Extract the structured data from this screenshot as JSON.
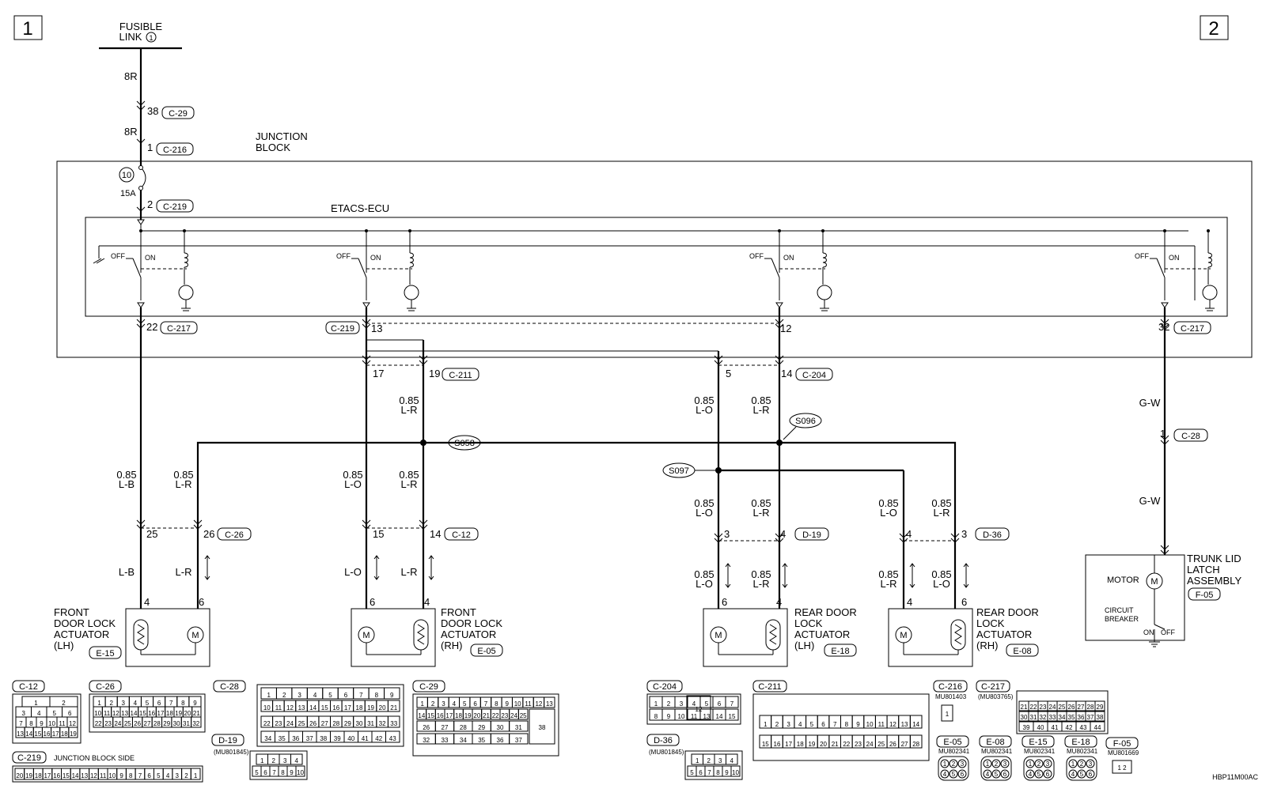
{
  "page": {
    "page_left": "1",
    "page_right": "2",
    "drawing_code": "HBP11M00AC"
  },
  "power": {
    "fusible_link_line1": "FUSIBLE",
    "fusible_link_line2": "LINK",
    "fusible_link_num": "1",
    "wire_8r_a": "8R",
    "wire_8r_b": "8R",
    "pin_38": "38",
    "conn_c29": "C-29",
    "pin_1": "1",
    "conn_c216": "C-216",
    "fuse_num": "10",
    "fuse_rating": "15A",
    "pin_2": "2",
    "conn_c219": "C-219"
  },
  "blocks": {
    "junction_block_line1": "JUNCTION",
    "junction_block_line2": "BLOCK",
    "etacs": "ETACS-ECU",
    "off": "OFF",
    "on": "ON"
  },
  "ecu_outputs": {
    "pin_22": "22",
    "conn_c217_a": "C-217",
    "conn_c219": "C-219",
    "pin_13": "13",
    "pin_12": "12",
    "pin_32": "32",
    "conn_c217_b": "C-217"
  },
  "c211_c204": {
    "pin_17": "17",
    "pin_19": "19",
    "conn_c211": "C-211",
    "pin_5": "5",
    "pin_14": "14",
    "conn_c204": "C-204"
  },
  "splices": {
    "s058": "S058",
    "s096": "S096",
    "s097": "S097"
  },
  "wires": {
    "w_085": "0.85",
    "lr": "L-R",
    "lo": "L-O",
    "lb": "L-B",
    "gw": "G-W"
  },
  "mid_connectors": {
    "pin_25": "25",
    "pin_26": "26",
    "conn_c26": "C-26",
    "pin_15": "15",
    "pin_14": "14",
    "conn_c12": "C-12",
    "pin_3": "3",
    "pin_4": "4",
    "conn_d19": "D-19",
    "conn_d36": "D-36",
    "pin_1": "1",
    "conn_c28": "C-28"
  },
  "actuators": {
    "fl": {
      "l1": "FRONT",
      "l2": "DOOR LOCK",
      "l3": "ACTUATOR",
      "l4": "(LH)",
      "conn": "E-15",
      "p_a": "4",
      "p_b": "6"
    },
    "fr": {
      "l1": "FRONT",
      "l2": "DOOR LOCK",
      "l3": "ACTUATOR",
      "l4": "(RH)",
      "conn": "E-05",
      "p_a": "6",
      "p_b": "4"
    },
    "rl": {
      "l1": "REAR DOOR",
      "l2": "LOCK",
      "l3": "ACTUATOR",
      "l4": "(LH)",
      "conn": "E-18",
      "p_a": "6",
      "p_b": "4"
    },
    "rr": {
      "l1": "REAR DOOR",
      "l2": "LOCK",
      "l3": "ACTUATOR",
      "l4": "(RH)",
      "conn": "E-08",
      "p_a": "4",
      "p_b": "6"
    },
    "trunk": {
      "l1": "TRUNK LID",
      "l2": "LATCH",
      "l3": "ASSEMBLY",
      "conn": "F-05",
      "motor": "MOTOR",
      "cb1": "CIRCUIT",
      "cb2": "BREAKER",
      "pin": "1",
      "on": "ON",
      "off": "OFF"
    },
    "motor_letter": "M"
  },
  "connector_views": {
    "c12": {
      "name": "C-12",
      "r1": "1 2",
      "r2": "3 4 5 6",
      "r3": "7 8 9 10 11 12",
      "r4": "13 14 15 16 17 18 19"
    },
    "c26": {
      "name": "C-26",
      "r1": "1 2 3 4 5 6 7 8 9",
      "r2": "10 11 12 13 14 15 16 17 18 19 20 21",
      "r3": "22 23 24 25 26 27 28 29 30 31 32"
    },
    "c28": {
      "name": "C-28",
      "r1": "1 2 3 4 5 6 7 8 9",
      "r2": "10 11 12 13 14 15 16 17 18 19 20 21",
      "r3": "22 23 24 25 26 27 28 29 30 31 32 33",
      "r4": "34 35 36 37 38 39 40 41 42 43"
    },
    "c29": {
      "name": "C-29",
      "r1": "1 2 3 4 5 6 7 8 9 10 11 12 13",
      "r2": "14 15 16 17 18 19 20 21 22 23 24 25",
      "r3": "26 27 28 29 30 31",
      "r4": "32 33 34 35 36 37",
      "big": "38"
    },
    "c219": {
      "name": "C-219",
      "side": "JUNCTION BLOCK SIDE",
      "r1": "20 19 18 17 16 15 14 13 12 11 10 9 8 7 6 5 4 3 2 1"
    },
    "d19": {
      "name": "D-19",
      "part": "(MU801845)",
      "r1": "1 2 3 4",
      "r2": "5 6 7 8 9 10"
    },
    "c204": {
      "name": "C-204",
      "r1": "1 2 3 4 5 6 7",
      "r2": "8 9 10 11 13 14 15",
      "mid": "12"
    },
    "d36": {
      "name": "D-36",
      "part": "(MU801845)",
      "r1": "1 2 3 4",
      "r2": "5 6 7 8 9 10"
    },
    "c211": {
      "name": "C-211",
      "r1": "1 2 3 4 5 6 7 8 9 10 11 12 13 14",
      "r2": "15 16 17 18 19 20 21 22 23 24 25 26 27 28"
    },
    "c216": {
      "name": "C-216",
      "part": "MU801403",
      "pin": "1"
    },
    "c217": {
      "name": "C-217",
      "part": "(MU803765)",
      "r1": "21 22 23 24 25 26 27 28 29",
      "r2": "30 31 32 33 34 35 36 37 38",
      "r3": "39 40 41 42 43 44"
    },
    "e05": {
      "name": "E-05",
      "part": "MU802341"
    },
    "e08": {
      "name": "E-08",
      "part": "MU802341"
    },
    "e15": {
      "name": "E-15",
      "part": "MU802341"
    },
    "e18": {
      "name": "E-18",
      "part": "MU802341"
    },
    "f05": {
      "name": "F-05",
      "part": "MU801669",
      "pins": "1 2"
    },
    "six_pin": {
      "r1": [
        "1",
        "2",
        "3"
      ],
      "r2": [
        "4",
        "5",
        "6"
      ]
    }
  }
}
